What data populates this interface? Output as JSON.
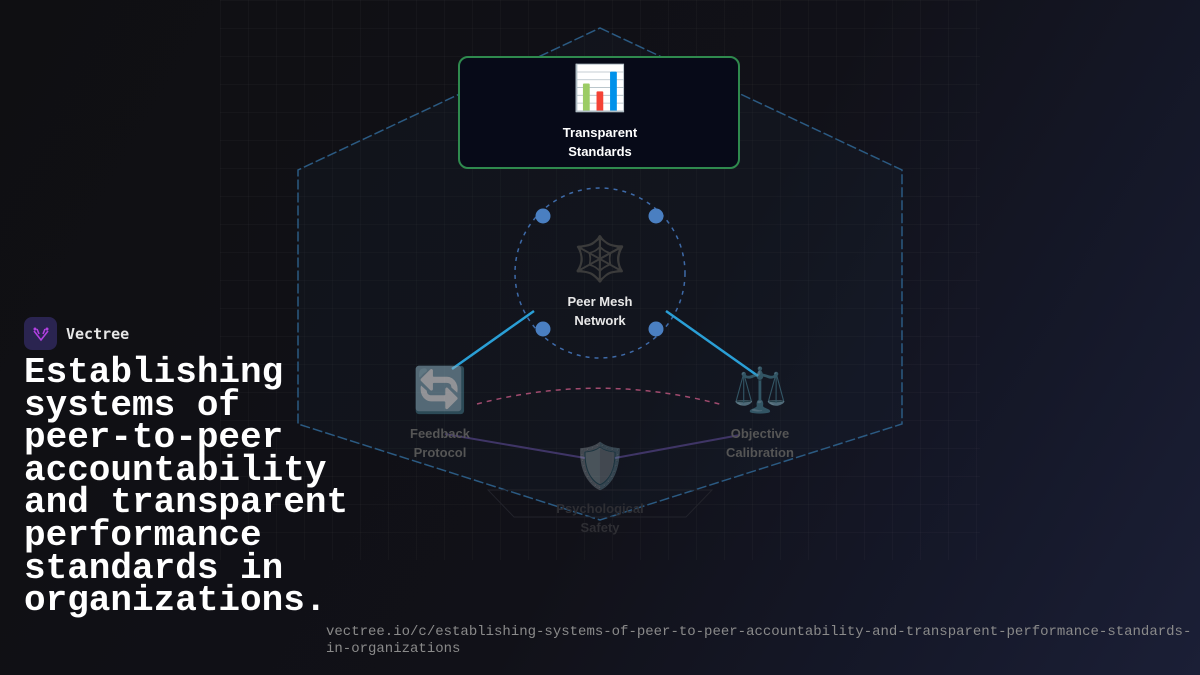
{
  "brand": {
    "name": "Vectree",
    "icon": "vectree-logo"
  },
  "headline": "Establishing systems of peer-to-peer accountability and transparent performance standards in organizations.",
  "url": "vectree.io/c/establishing-systems-of-peer-to-peer-accountability-and-transparent-performance-standards-in-organizations",
  "diagram": {
    "top": {
      "label": "Transparent Standards",
      "icon": "bar-chart-icon",
      "emoji": "📊"
    },
    "center": {
      "label": "Peer Mesh Network",
      "icon": "spider-web-icon",
      "emoji": "🕸️"
    },
    "left": {
      "label": "Feedback Protocol",
      "icon": "repeat-arrows-icon",
      "emoji": "🔄"
    },
    "right": {
      "label": "Objective Calibration",
      "icon": "balance-scale-icon",
      "emoji": "⚖️"
    },
    "bottom": {
      "label": "Psychological Safety",
      "icon": "shield-icon",
      "emoji": "🛡️"
    }
  },
  "colors": {
    "accent_green": "#2f8a4e",
    "link_blue": "#2a9fd6",
    "node_blue": "#4a7fc1",
    "dashed_pink": "#a04a6e",
    "purple_line": "#3f3566"
  }
}
